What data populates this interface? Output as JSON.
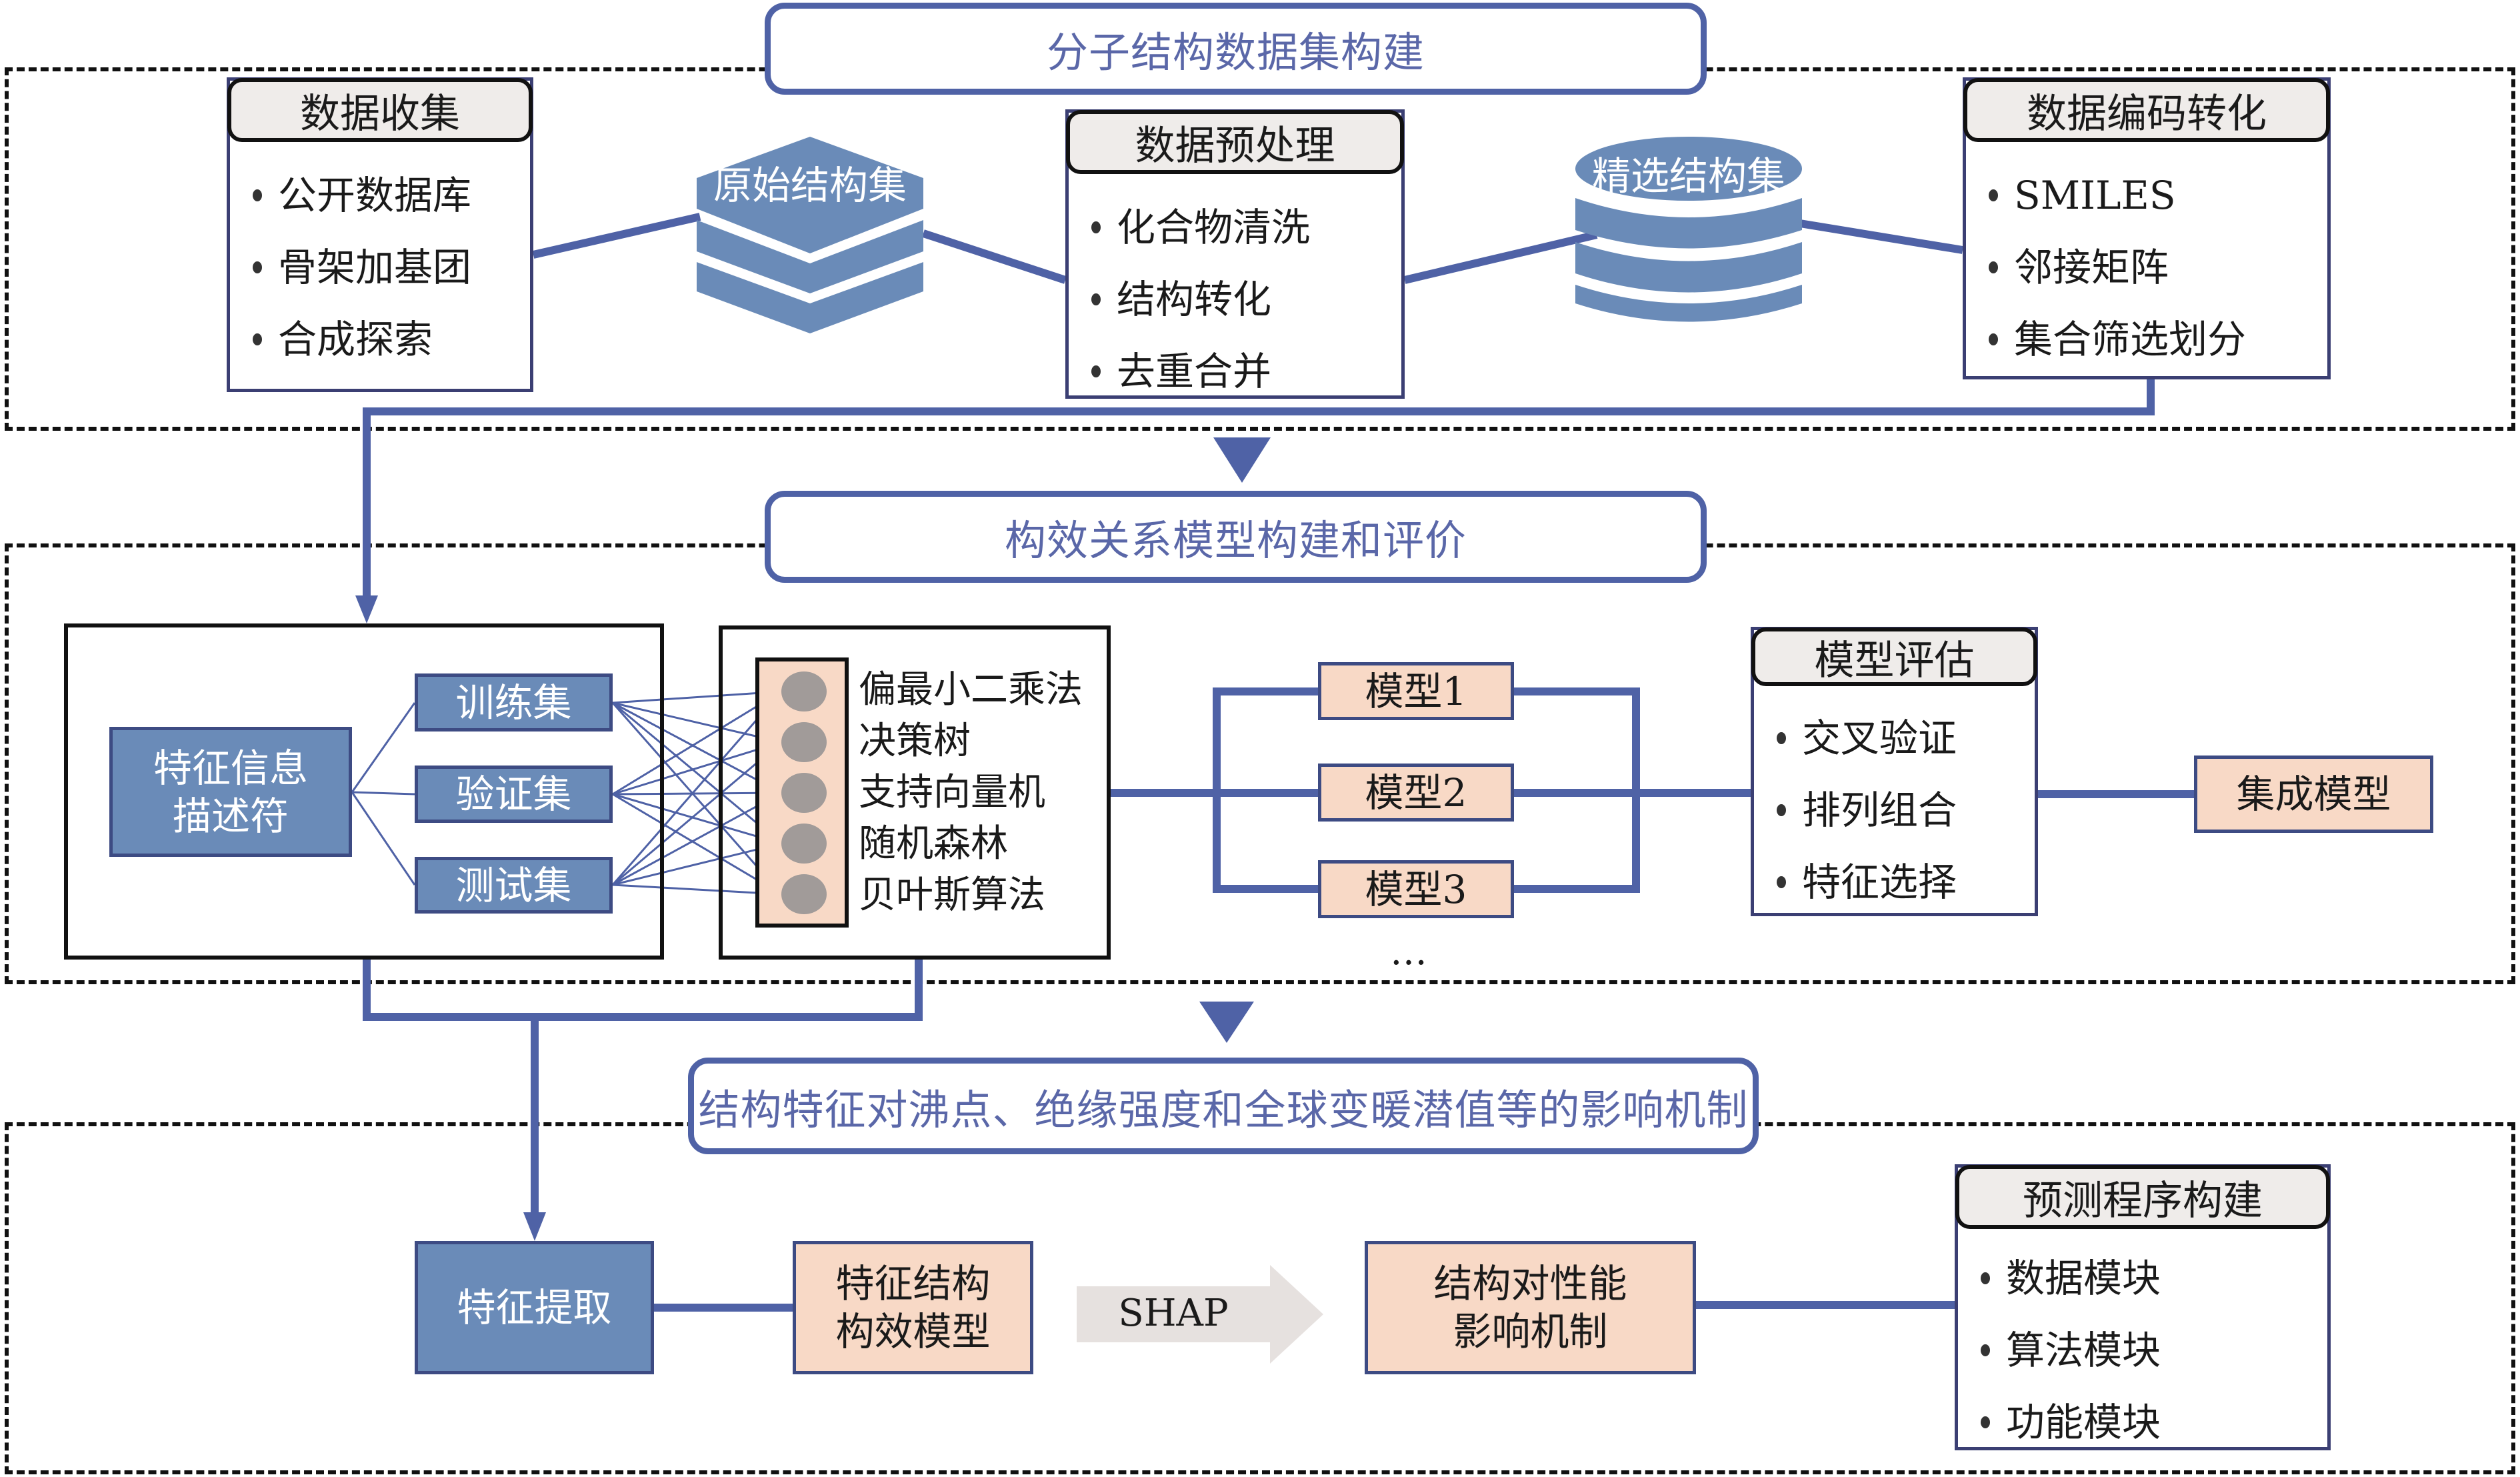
{
  "sections": {
    "dataset": {
      "title": "分子结构数据集构建",
      "collection": {
        "title": "数据收集",
        "items": [
          "公开数据库",
          "骨架加基团",
          "合成探索"
        ]
      },
      "raw_set_label": "原始结构集",
      "preprocessing": {
        "title": "数据预处理",
        "items": [
          "化合物清洗",
          "结构转化",
          "去重合并"
        ]
      },
      "selected_set_label": "精选结构集",
      "encoding": {
        "title": "数据编码转化",
        "items": [
          "SMILES",
          "邻接矩阵",
          "集合筛选划分"
        ]
      }
    },
    "modeling": {
      "title": "构效关系模型构建和评价",
      "descriptor": "特征信息\n描述符",
      "splits": [
        "训练集",
        "验证集",
        "测试集"
      ],
      "algorithms": [
        "偏最小二乘法",
        "决策树",
        "支持向量机",
        "随机森林",
        "贝叶斯算法"
      ],
      "models": [
        "模型1",
        "模型2",
        "模型3"
      ],
      "ellipsis": "…",
      "evaluation": {
        "title": "模型评估",
        "items": [
          "交叉验证",
          "排列组合",
          "特征选择"
        ]
      },
      "ensemble": "集成模型"
    },
    "mechanism": {
      "title": "结构特征对沸点、绝缘强度和全球变暖潜值等的影响机制",
      "feature_extraction": "特征提取",
      "feature_model": "特征结构\n构效模型",
      "shap_label": "SHAP",
      "impact": "结构对性能\n影响机制",
      "program": {
        "title": "预测程序构建",
        "items": [
          "数据模块",
          "算法模块",
          "功能模块"
        ]
      }
    }
  },
  "icons": {
    "raw_set": "stacked-layers-icon",
    "selected_set": "database-cylinder-icon",
    "flow_arrow": "down-triangle-icon",
    "shap_arrow": "right-arrow-icon"
  },
  "colors": {
    "accent_blue": "#4f62a6",
    "box_blue": "#6a8bb8",
    "peach": "#f8d9c6",
    "header_gray": "#efecea",
    "neuron_gray": "#a19b99"
  }
}
